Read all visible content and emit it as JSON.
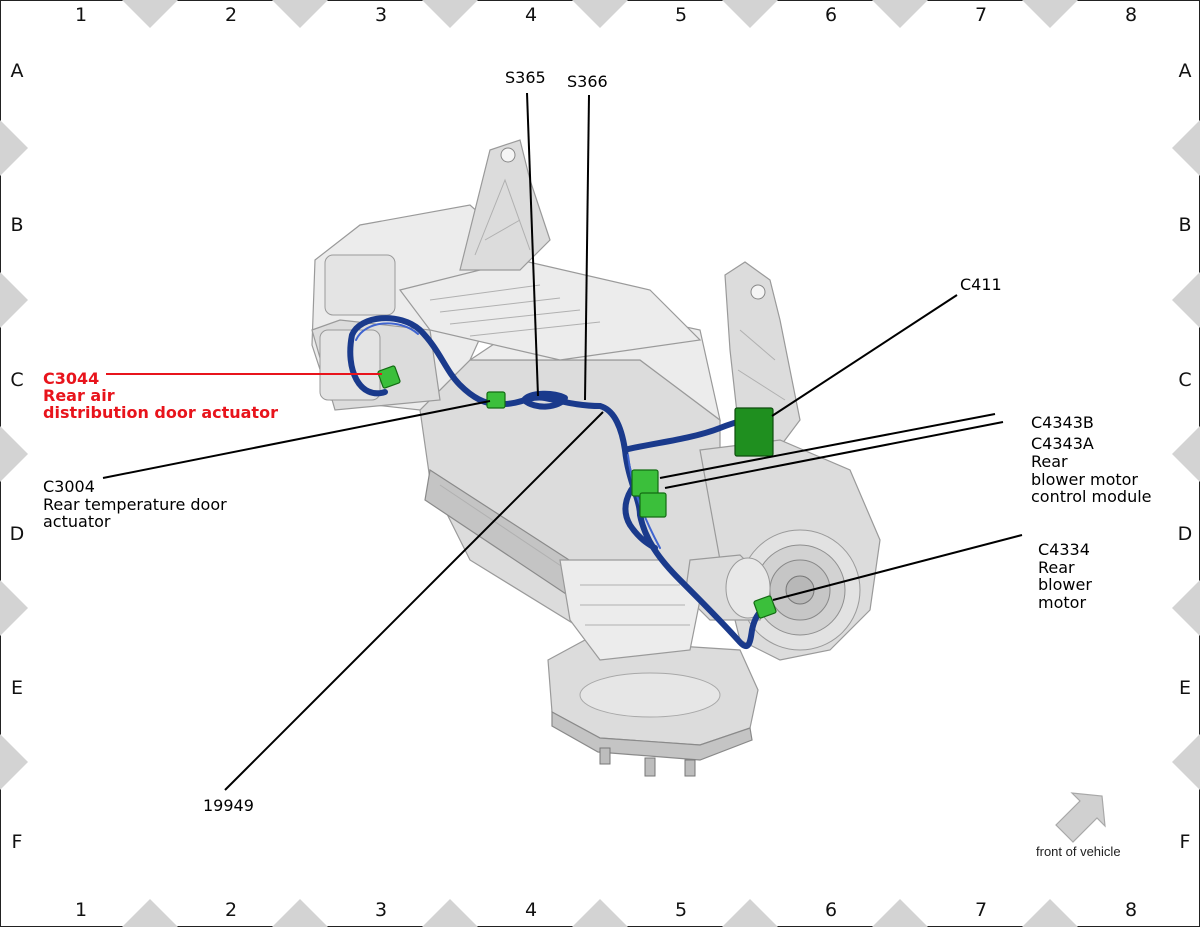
{
  "grid": {
    "columns": [
      "1",
      "2",
      "3",
      "4",
      "5",
      "6",
      "7",
      "8"
    ],
    "rows": [
      "A",
      "B",
      "C",
      "D",
      "E",
      "F"
    ]
  },
  "labels": {
    "s365": "S365",
    "s366": "S366",
    "c411": "C411",
    "c4343b": "C4343B",
    "c4343a_line1": "C4343A",
    "c4343a_line2": "Rear",
    "c4343a_line3": "blower motor",
    "c4343a_line4": "control module",
    "c3044_line1": "C3044",
    "c3044_line2": "Rear air",
    "c3044_line3": "distribution door actuator",
    "c3004_line1": "C3004",
    "c3004_line2": "Rear temperature door",
    "c3004_line3": "actuator",
    "c4334_line1": "C4334",
    "c4334_line2": "Rear",
    "c4334_line3": "blower",
    "c4334_line4": "motor",
    "harness": "19949",
    "front": "front of vehicle"
  },
  "colors": {
    "highlight": "#e8141c",
    "wire": "#1a3a8c",
    "connector": "#3bbf3b",
    "housing": "#dcdcdc"
  }
}
